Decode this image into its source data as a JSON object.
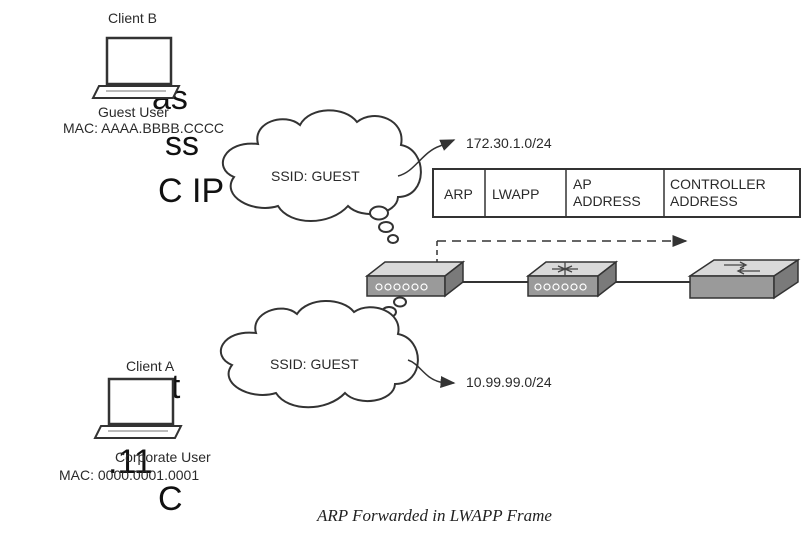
{
  "slide_fragments": [
    "as",
    "ss",
    "C IP",
    "at",
    ".11",
    "C"
  ],
  "client_b": {
    "name": "Client B",
    "role": "Guest User",
    "mac": "MAC: AAAA.BBBB.CCCC"
  },
  "client_a": {
    "name": "Client A",
    "role": "Corporate User",
    "mac": "MAC: 0000.0001.0001"
  },
  "cloud_top": {
    "label": "SSID: GUEST"
  },
  "cloud_bottom": {
    "label": "SSID: GUEST"
  },
  "subnet_top": "172.30.1.0/24",
  "subnet_bottom": "10.99.99.0/24",
  "frame_fields": [
    {
      "line1": "ARP",
      "line2": ""
    },
    {
      "line1": "LWAPP",
      "line2": ""
    },
    {
      "line1": "AP",
      "line2": "ADDRESS"
    },
    {
      "line1": "CONTROLLER",
      "line2": "ADDRESS"
    }
  ],
  "caption": "ARP Forwarded in LWAPP Frame",
  "devices": [
    "access-point",
    "wlan-controller",
    "switch"
  ],
  "colors": {
    "stroke": "#333333",
    "device_top": "#d9d9d9",
    "device_front": "#9a9a9a",
    "device_side": "#7a7a7a"
  }
}
